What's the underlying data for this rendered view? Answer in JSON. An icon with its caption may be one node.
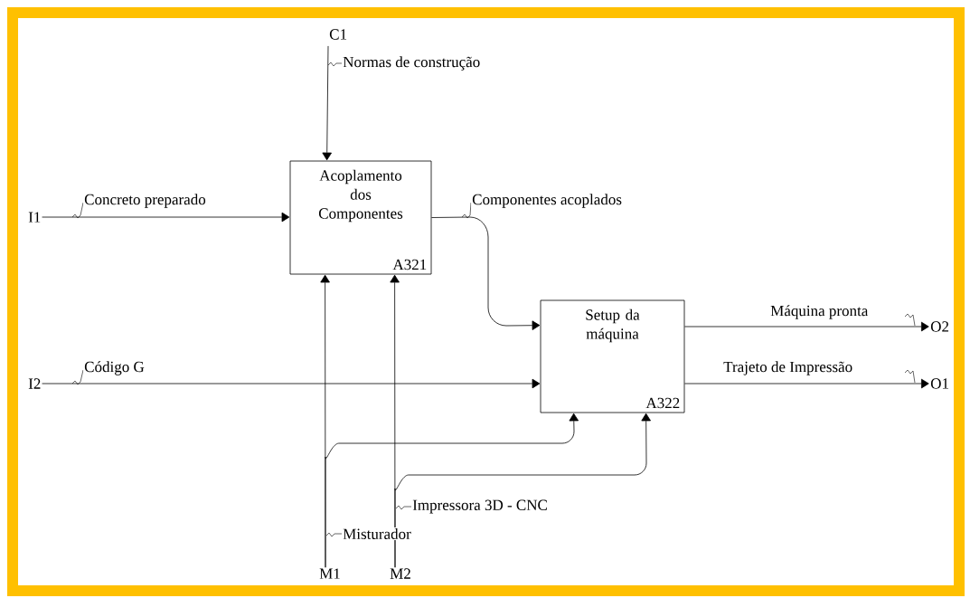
{
  "diagram": {
    "nodes": [
      {
        "text": [
          "C1"
        ]
      },
      {
        "text": [
          "I1"
        ]
      },
      {
        "text": [
          "Acoplamento dos Componentes",
          "A321"
        ]
      },
      {
        "text": [
          "Setup da máquina",
          "A322"
        ]
      },
      {
        "text": [
          "I2"
        ]
      },
      {
        "text": [
          "O2"
        ]
      },
      {
        "text": [
          "O1"
        ]
      },
      {
        "text": [
          "M1"
        ]
      },
      {
        "text": [
          "M2"
        ]
      }
    ],
    "edges": [
      {
        "from": 0,
        "to": 2,
        "arrow": "to",
        "label": "Normas de construção"
      },
      {
        "from": 1,
        "to": 2,
        "arrow": "to",
        "label": "Concreto preparado"
      },
      {
        "from": 2,
        "to": 3,
        "arrow": "to",
        "label": "Componentes acoplados"
      },
      {
        "from": 4,
        "to": 3,
        "arrow": "to",
        "label": "Código G"
      },
      {
        "from": 3,
        "to": 5,
        "arrow": "to",
        "label": "Máquina pronta"
      },
      {
        "from": 3,
        "to": 6,
        "arrow": "to",
        "label": "Trajeto de Impressão"
      },
      {
        "from": 7,
        "to": 2,
        "arrow": "to",
        "label": "Misturador"
      },
      {
        "from": 7,
        "to": 3,
        "arrow": "to"
      },
      {
        "from": 8,
        "to": 2,
        "arrow": "to",
        "label": "Impressora 3D - CNC"
      },
      {
        "from": 8,
        "to": 3,
        "arrow": "to"
      }
    ]
  }
}
